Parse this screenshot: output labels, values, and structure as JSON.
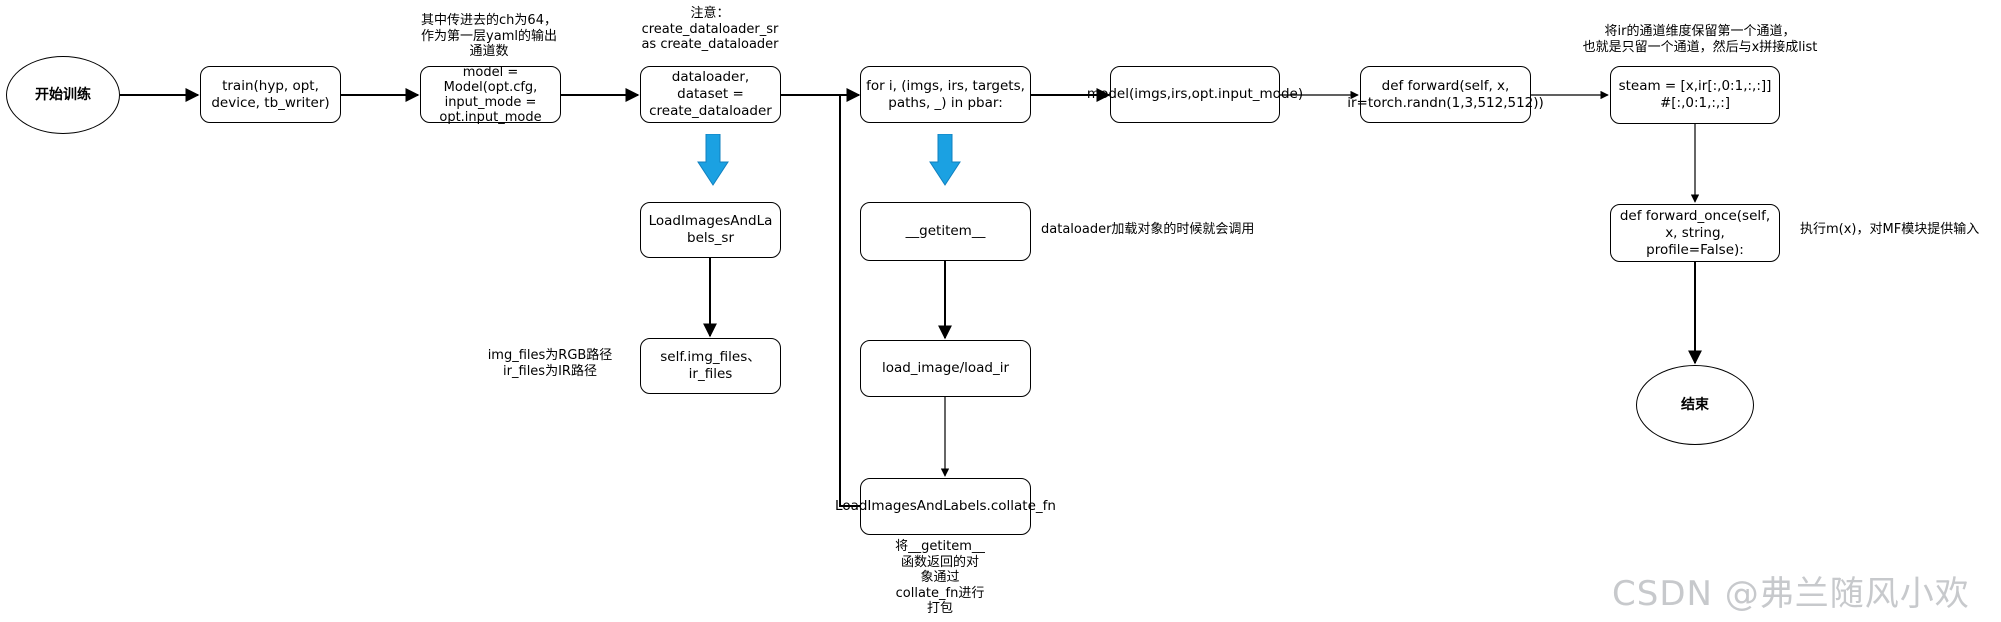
{
  "nodes": {
    "start": "开始训练",
    "train": "train(hyp, opt, device, tb_writer)",
    "model": "model = Model(opt.cfg, input_mode = opt.input_mode",
    "dataloader": "dataloader, dataset = create_dataloader",
    "loadimages_sr": "LoadImagesAndLabels_sr",
    "img_files": "self.img_files、ir_files",
    "for_loop": "for i, (imgs, irs, targets, paths, _) in pbar:",
    "getitem": "__getitem__",
    "load_image": "load_image/load_ir",
    "collate": "LoadImagesAndLabels.collate_fn",
    "model_call": "model(imgs,irs,opt.input_mode)",
    "forward": "def forward(self, x, ir=torch.randn(1,3,512,512))",
    "steam": "steam = [x,ir[:,0:1,:,:]] #[:,0:1,:,:]",
    "forward_once": "def forward_once(self, x, string, profile=False):",
    "end": "结束"
  },
  "notes": {
    "ch64": "其中传进去的ch为64，\n作为第一层yaml的输出\n通道数",
    "attention": "注意：\ncreate_dataloader_sr\nas create_dataloader",
    "paths": "img_files为RGB路径\nir_files为IR路径",
    "getitem_note": "dataloader加载对象的时候就会调用",
    "collate_note": "将__getitem__\n函数返回的对\n象通过\ncollate_fn进行\n打包",
    "ir_note": "将ir的通道维度保留第一个通道，\n也就是只留一个通道，然后与x拼接成list",
    "mx_note": "执行m(x)，对MF模块提供输入"
  },
  "watermark": "CSDN @弗兰随风小欢",
  "colors": {
    "blue_arrow": "#1ba1e2",
    "line": "#000000"
  }
}
